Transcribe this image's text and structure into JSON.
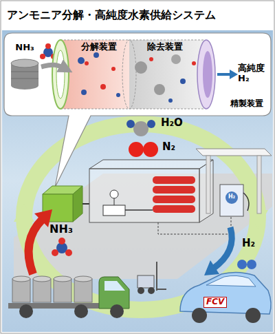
{
  "diagram": {
    "title": "アンモニア分解・高純度水素供給システム",
    "nodes": [
      {
        "text": [
          "NH₃"
        ]
      },
      {
        "text": [
          "分解装置"
        ]
      },
      {
        "text": [
          "除去装置"
        ]
      },
      {
        "text": [
          "精製装置"
        ]
      },
      {
        "text": [
          "NH₃"
        ]
      },
      {
        "text": [
          "FCV"
        ]
      }
    ],
    "edges": [
      {
        "from": 0,
        "to": 1,
        "arrow": "to"
      }
    ],
    "labels": [
      "高純度H₂",
      "H₂O",
      "N₂",
      "H₂",
      "H₂"
    ]
  }
}
